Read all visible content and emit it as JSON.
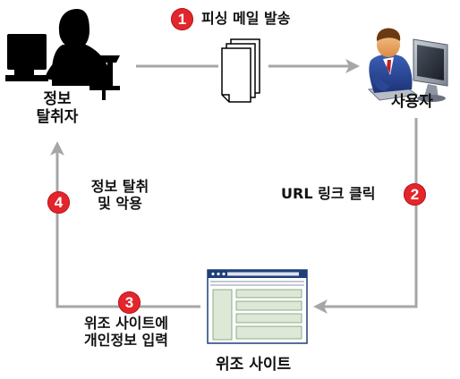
{
  "colors": {
    "arrow": "#a6a6a6",
    "badge": "#e3262b",
    "silhouette": "#000000",
    "window_frame": "#1e3f78",
    "window_panel": "#dde8d7"
  },
  "nodes": {
    "thief": {
      "icon": "hacker-silhouette-icon",
      "line1": "정보",
      "line2": "탈취자"
    },
    "user": {
      "icon": "user-computer-icon",
      "label": "사용자"
    },
    "fake_site": {
      "icon": "browser-window-icon",
      "label": "위조 사이트"
    },
    "email": {
      "icon": "document-stack-icon"
    }
  },
  "steps": [
    {
      "number": "1",
      "text": "피싱 메일 발송"
    },
    {
      "number": "2",
      "text": "URL 링크 클릭"
    },
    {
      "number": "3",
      "line1": "위조 사이트에",
      "line2": "개인정보 입력"
    },
    {
      "number": "4",
      "line1": "정보 탈취",
      "line2": "및 악용"
    }
  ]
}
